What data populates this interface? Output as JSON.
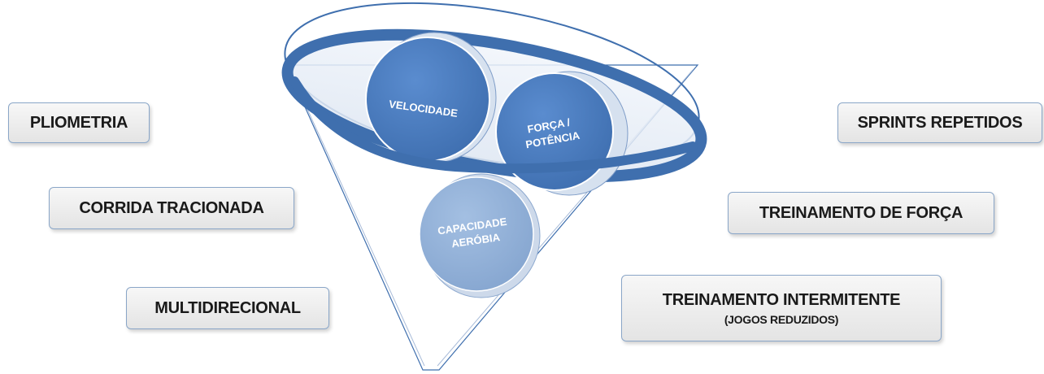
{
  "labels": {
    "pliometria": "PLIOMETRIA",
    "corrida": "CORRIDA TRACIONADA",
    "multidirecional": "MULTIDIRECIONAL",
    "sprints": "SPRINTS REPETIDOS",
    "forca_treino": "TREINAMENTO DE FORÇA",
    "intermitente": "TREINAMENTO INTERMITENTE",
    "intermitente_sub": "(JOGOS REDUZIDOS)"
  },
  "circles": {
    "velocidade": "VELOCIDADE",
    "forca_line1": "FORÇA /",
    "forca_line2": "POTÊNCIA",
    "aerobia_line1": "CAPACIDADE",
    "aerobia_line2": "AERÓBIA"
  },
  "colors": {
    "funnel_blue": "#3f6fae",
    "circle_dark": "#4a7cc0",
    "circle_light": "#93b0d6",
    "box_border": "#8aa6c8"
  }
}
